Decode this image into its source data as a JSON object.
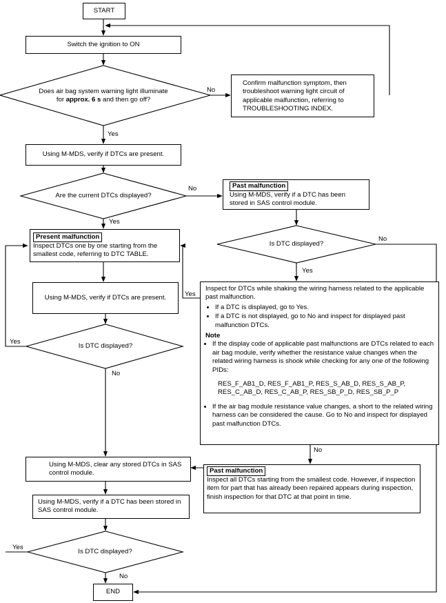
{
  "start": "START",
  "end": "END",
  "switch_ignition": "Switch the ignition to ON",
  "q_warning_light": {
    "line1": "Does air bag system warning light illuminate",
    "line2_prefix": "for ",
    "line2_bold": "approx. 6 s",
    "line2_suffix": " and then go off?"
  },
  "confirm_malfunction": "Confirm malfunction symptom, then troubleshoot warning light circuit of applicable malfunction, referring to TROUBLESHOOTING INDEX.",
  "verify_dtcs_present_1": "Using M-MDS, verify if DTCs are present.",
  "q_current_dtcs": "Are the current DTCs displayed?",
  "past_malfunction_1": {
    "title": "Past malfunction",
    "text": "Using M-MDS, verify if a DTC has been stored in SAS control module."
  },
  "present_malfunction": {
    "title": "Present malfunction",
    "text": "Inspect DTCs one by one starting from the smallest code, referring to DTC TABLE."
  },
  "q_dtc_displayed_right": "Is DTC displayed?",
  "verify_dtcs_present_2": "Using M-MDS, verify if DTCs are present.",
  "inspect_shaking": {
    "intro": "Inspect for DTCs while shaking the wiring harness related to the applicable past malfunction.",
    "bullets": [
      "If a DTC is displayed, go to Yes.",
      "If a DTC is not displayed, go to No and inspect for displayed past malfunction DTCs."
    ],
    "note_title": "Note",
    "note1": "If the display code of applicable past malfunctions are DTCs related to each air bag module, verify whether the resistance value changes when the related wiring harness is shook while checking for any one of the following PIDs:",
    "pids_line1": "RES_F_AB1_D, RES_F_AB1_P, RES_S_AB_D, RES_S_AB_P,",
    "pids_line2": "RES_C_AB_D, RES_C_AB_P, RES_SB_P_D, RES_SB_P_P",
    "note2": "If the air bag module resistance value changes, a short to the related wiring harness can be considered the cause. Go to No and inspect for displayed past malfunction DTCs."
  },
  "q_dtc_displayed_mid": "Is DTC displayed?",
  "clear_dtcs": "Using M-MDS, clear any stored DTCs in SAS control module.",
  "past_malfunction_2": {
    "title": "Past malfunction",
    "text": "Inspect all DTCs starting from the smallest code. However, if inspection item for part that has already been repaired appears during inspection, finish inspection for that DTC at that point in time."
  },
  "verify_dtc_stored": "Using M-MDS, verify if a DTC has been stored in SAS control module.",
  "q_dtc_displayed_bottom": "Is DTC displayed?",
  "labels": {
    "yes": "Yes",
    "no": "No"
  }
}
